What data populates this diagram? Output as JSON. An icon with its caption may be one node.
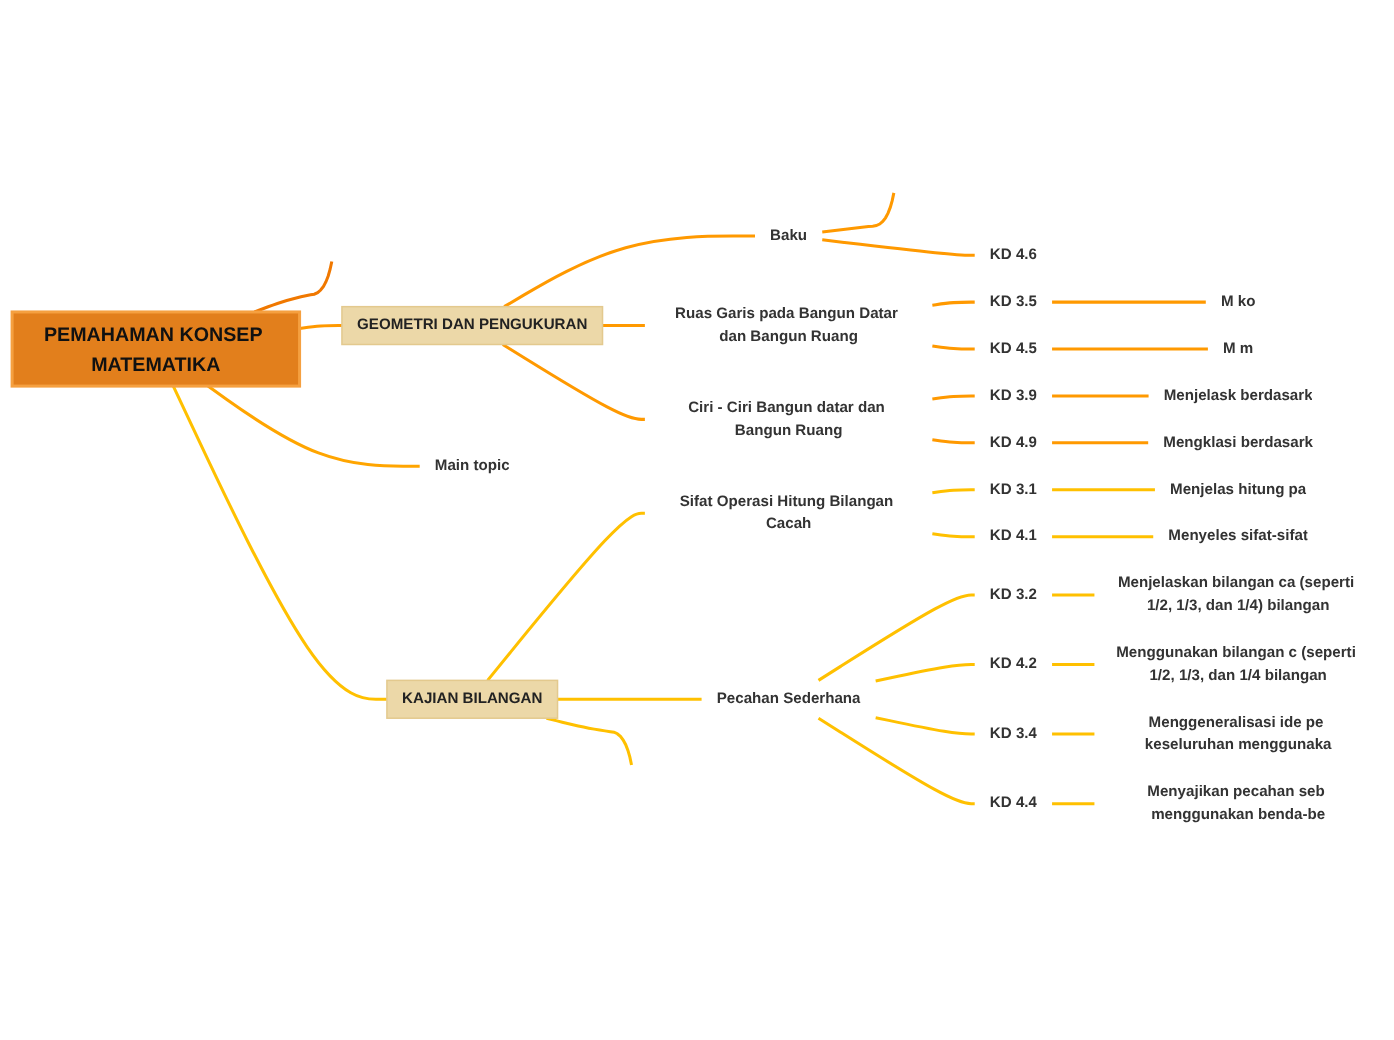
{
  "diagram": {
    "nodes": [
      {
        "text": [
          "PEMAHAMAN KONSEP MATEMATIKA"
        ]
      },
      {
        "text": [
          "GEOMETRI DAN PENGUKURAN"
        ]
      },
      {
        "text": [
          "Baku"
        ]
      },
      {
        "text": [
          "KD 4.6"
        ]
      },
      {
        "text": [
          "Ruas Garis pada Bangun Datar dan Bangun Ruang"
        ]
      },
      {
        "text": [
          "KD 3.5"
        ]
      },
      {
        "text": [
          "M ko"
        ]
      },
      {
        "text": [
          "KD 4.5"
        ]
      },
      {
        "text": [
          "M m"
        ]
      },
      {
        "text": [
          "Ciri - Ciri Bangun datar dan Bangun Ruang"
        ]
      },
      {
        "text": [
          "KD 3.9"
        ]
      },
      {
        "text": [
          "Menjelask berdasark"
        ]
      },
      {
        "text": [
          "KD 4.9"
        ]
      },
      {
        "text": [
          "Mengklasi berdasark"
        ]
      },
      {
        "text": [
          "Main topic"
        ]
      },
      {
        "text": [
          "KAJIAN BILANGAN"
        ]
      },
      {
        "text": [
          "Sifat Operasi Hitung Bilangan Cacah"
        ]
      },
      {
        "text": [
          "KD 3.1"
        ]
      },
      {
        "text": [
          "Menjelas hitung pa"
        ]
      },
      {
        "text": [
          "KD 4.1"
        ]
      },
      {
        "text": [
          "Menyeles sifat-sifat"
        ]
      },
      {
        "text": [
          "Pecahan Sederhana"
        ]
      },
      {
        "text": [
          "KD 3.2"
        ]
      },
      {
        "text": [
          "Menjelaskan bilangan ca (seperti 1/2, 1/3, dan 1/4) bilangan"
        ]
      },
      {
        "text": [
          "KD 4.2"
        ]
      },
      {
        "text": [
          "Menggunakan bilangan c (seperti 1/2, 1/3, dan 1/4 bilangan"
        ]
      },
      {
        "text": [
          "KD 3.4"
        ]
      },
      {
        "text": [
          "Menggeneralisasi ide pe keseluruhan menggunaka"
        ]
      },
      {
        "text": [
          "KD 4.4"
        ]
      },
      {
        "text": [
          "Menyajikan pecahan seb menggunakan benda-be"
        ]
      }
    ],
    "edges": [
      {
        "from": 0,
        "to": null,
        "arrow": "none",
        "color": "#f07800"
      },
      {
        "from": 0,
        "to": 1,
        "arrow": "none",
        "color": "#ff9900"
      },
      {
        "from": 0,
        "to": 14,
        "arrow": "none",
        "color": "#ffa500"
      },
      {
        "from": 0,
        "to": 15,
        "arrow": "none"
      },
      {
        "from": 1,
        "to": 2,
        "arrow": "none",
        "color": "#ff9900"
      },
      {
        "from": 1,
        "to": 4,
        "arrow": "none",
        "color": "#ff9900"
      },
      {
        "from": 1,
        "to": 9,
        "arrow": "none",
        "color": "#ff9900"
      },
      {
        "from": 2,
        "to": null,
        "arrow": "none",
        "color": "#ff9900"
      },
      {
        "from": 2,
        "to": 3,
        "arrow": "none",
        "color": "#ff9900"
      },
      {
        "from": 4,
        "to": 5,
        "arrow": "none",
        "color": "#ff9900"
      },
      {
        "from": 5,
        "to": 6,
        "arrow": "none",
        "color": "#ff9900"
      },
      {
        "from": 4,
        "to": 7,
        "arrow": "none",
        "color": "#ff9900"
      },
      {
        "from": 7,
        "to": 8,
        "arrow": "none",
        "color": "#ff9900"
      },
      {
        "from": 9,
        "to": 10,
        "arrow": "none",
        "color": "#ff9900"
      },
      {
        "from": 10,
        "to": 11,
        "arrow": "none",
        "color": "#ff9900"
      },
      {
        "from": 9,
        "to": 12,
        "arrow": "none",
        "color": "#ff9900"
      },
      {
        "from": 12,
        "to": 13,
        "arrow": "none",
        "color": "#ff9900"
      },
      {
        "from": 15,
        "to": 16,
        "arrow": "none"
      },
      {
        "from": 15,
        "to": 21,
        "arrow": "none"
      },
      {
        "from": 15,
        "to": null,
        "arrow": "none"
      },
      {
        "from": 16,
        "to": 17,
        "arrow": "none"
      },
      {
        "from": 17,
        "to": 18,
        "arrow": "none"
      },
      {
        "from": 16,
        "to": 19,
        "arrow": "none"
      },
      {
        "from": 19,
        "to": 20,
        "arrow": "none"
      },
      {
        "from": 21,
        "to": 22,
        "arrow": "none"
      },
      {
        "from": 22,
        "to": 23,
        "arrow": "none"
      },
      {
        "from": 21,
        "to": 24,
        "arrow": "none"
      },
      {
        "from": 24,
        "to": 25,
        "arrow": "none"
      },
      {
        "from": 21,
        "to": 26,
        "arrow": "none"
      },
      {
        "from": 26,
        "to": 27,
        "arrow": "none"
      },
      {
        "from": 21,
        "to": 28,
        "arrow": "none"
      },
      {
        "from": 28,
        "to": 29,
        "arrow": "none"
      }
    ]
  }
}
